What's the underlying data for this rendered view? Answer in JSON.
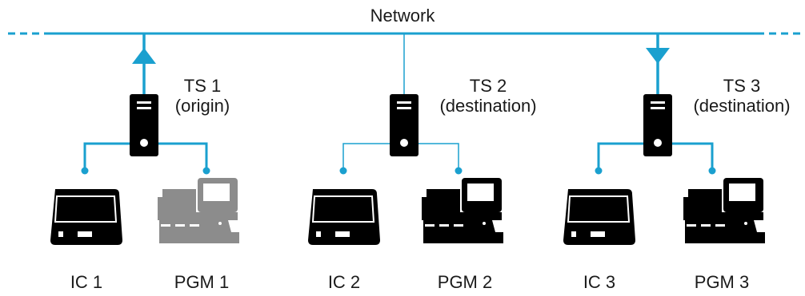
{
  "network": {
    "label": "Network"
  },
  "colors": {
    "link": "#1aa0cf",
    "device": "#000000",
    "inactive_device": "#8c8c8c"
  },
  "stations": [
    {
      "name": "TS 1",
      "role": "(origin)",
      "traffic": "upload",
      "ic_label": "IC 1",
      "pgm_label": "PGM 1",
      "pgm_state": "inactive"
    },
    {
      "name": "TS 2",
      "role": "(destination)",
      "traffic": "none",
      "ic_label": "IC 2",
      "pgm_label": "PGM 2",
      "pgm_state": "active"
    },
    {
      "name": "TS 3",
      "role": "(destination)",
      "traffic": "download",
      "ic_label": "IC 3",
      "pgm_label": "PGM 3",
      "pgm_state": "active"
    }
  ],
  "icons": {
    "server": "server-icon",
    "ic": "card-reader-icon",
    "pgm": "gaming-machine-icon"
  }
}
